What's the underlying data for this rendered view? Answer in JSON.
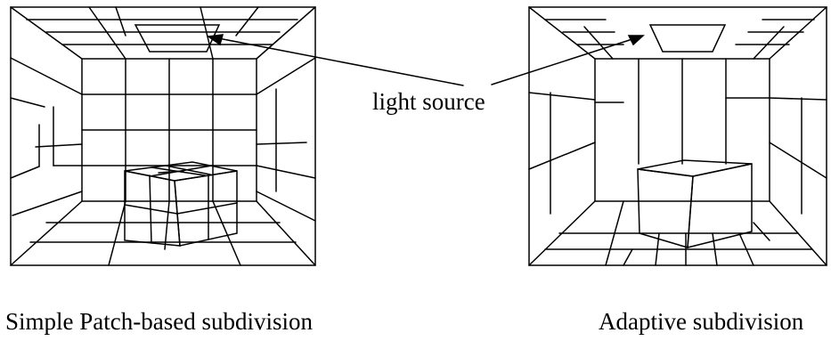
{
  "annotation": {
    "text": "light source"
  },
  "panels": [
    {
      "id": "left",
      "caption": "Simple Patch-based subdivision"
    },
    {
      "id": "right",
      "caption": "Adaptive subdivision"
    }
  ],
  "colors": {
    "stroke": "#000000",
    "background": "#ffffff"
  }
}
